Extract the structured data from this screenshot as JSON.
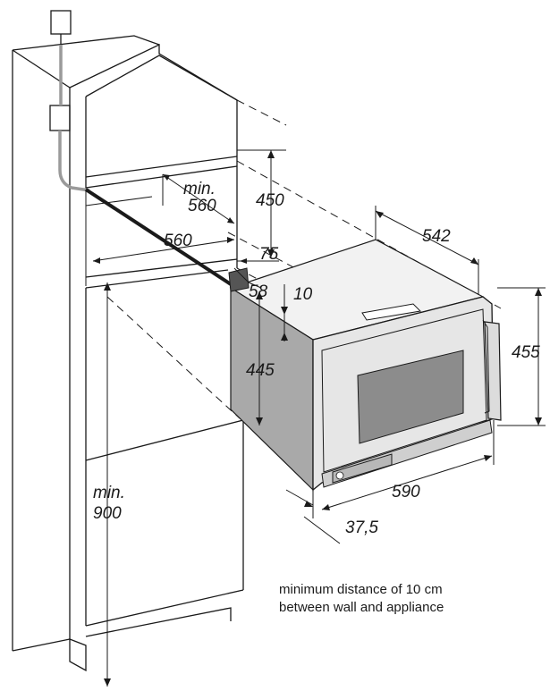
{
  "dimensions": {
    "min_label_niche_width": "min.",
    "niche_width_min": "560",
    "niche_depth": "560",
    "niche_height": "450",
    "appliance_depth": "542",
    "offset_75": "75",
    "offset_58": "58",
    "gap_10": "10",
    "appliance_body_height": "445",
    "front_height": "455",
    "front_width": "590",
    "front_thickness": "37,5",
    "min_label_floor": "min.",
    "floor_height_min": "900"
  },
  "note": {
    "line1": "minimum distance of 10 cm",
    "line2": "between wall and appliance"
  },
  "colors": {
    "line": "#1a1a1a",
    "appliance_side": "#a9a9a9",
    "appliance_front": "#e6e6e6",
    "window": "#8c8c8c",
    "cable": "#9a9a9a"
  }
}
